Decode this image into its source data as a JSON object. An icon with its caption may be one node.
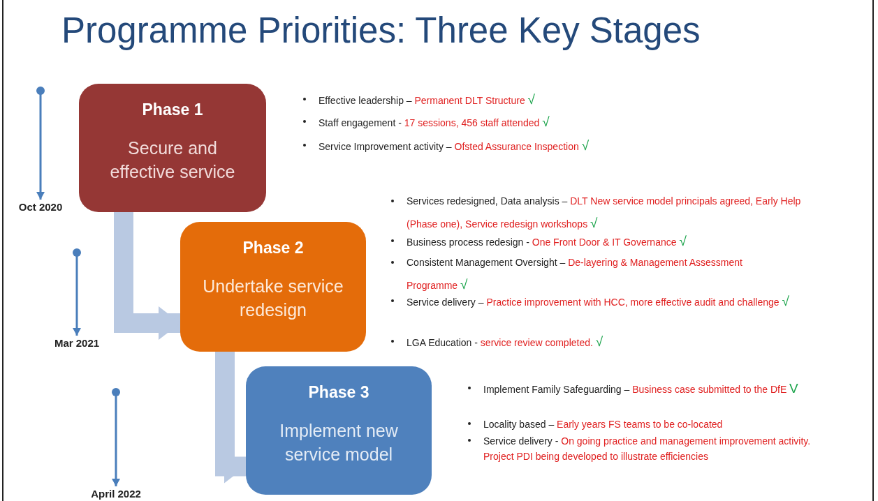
{
  "diagram": {
    "title": "Programme Priorities: Three Key Stages",
    "nodes": [
      {
        "text": [
          "Phase 1",
          "Secure and effective service"
        ]
      },
      {
        "text": [
          "Phase 2",
          "Undertake service redesign"
        ]
      },
      {
        "text": [
          "Phase 3",
          "Implement new service model"
        ]
      },
      {
        "text": [
          "Oct 2020"
        ]
      },
      {
        "text": [
          "Mar 2021"
        ]
      },
      {
        "text": [
          "April 2022"
        ]
      }
    ],
    "edges": [
      {
        "from": null,
        "to": 3,
        "arrow": "to"
      },
      {
        "from": 0,
        "to": 1,
        "arrow": "to",
        "style": "thick",
        "color": "#b9c9e2"
      },
      {
        "from": null,
        "to": 4,
        "arrow": "to"
      },
      {
        "from": 1,
        "to": 2,
        "arrow": "to",
        "style": "thick",
        "color": "#b9c9e2"
      },
      {
        "from": null,
        "to": 5,
        "arrow": "to"
      }
    ],
    "labels": [
      "Effective leadership –",
      "Permanent DLT Structure",
      "√",
      "Staff engagement -",
      "17 sessions, 456 staff attended",
      "√",
      "Service Improvement activity –",
      "Ofsted Assurance Inspection",
      "√",
      "Services redesigned, Data analysis –",
      "DLT New service model principals agreed, Early Help (Phase one), Service redesign workshops",
      "√",
      "Business process redesign -",
      "One Front Door & IT Governance",
      "√",
      "Consistent Management Oversight –",
      "De-layering & Management Assessment Programme",
      "√",
      "Service delivery –",
      "Practice improvement with HCC, more effective audit and challenge",
      "√",
      "LGA Education -",
      "service review completed.",
      "√",
      "Implement Family Safeguarding –",
      "Business case submitted to the DfE",
      "V",
      "Locality based –",
      "Early years FS teams to be co-located",
      "Service delivery -",
      "On going practice and management improvement activity. Project PDI being developed to illustrate efficiencies"
    ]
  }
}
